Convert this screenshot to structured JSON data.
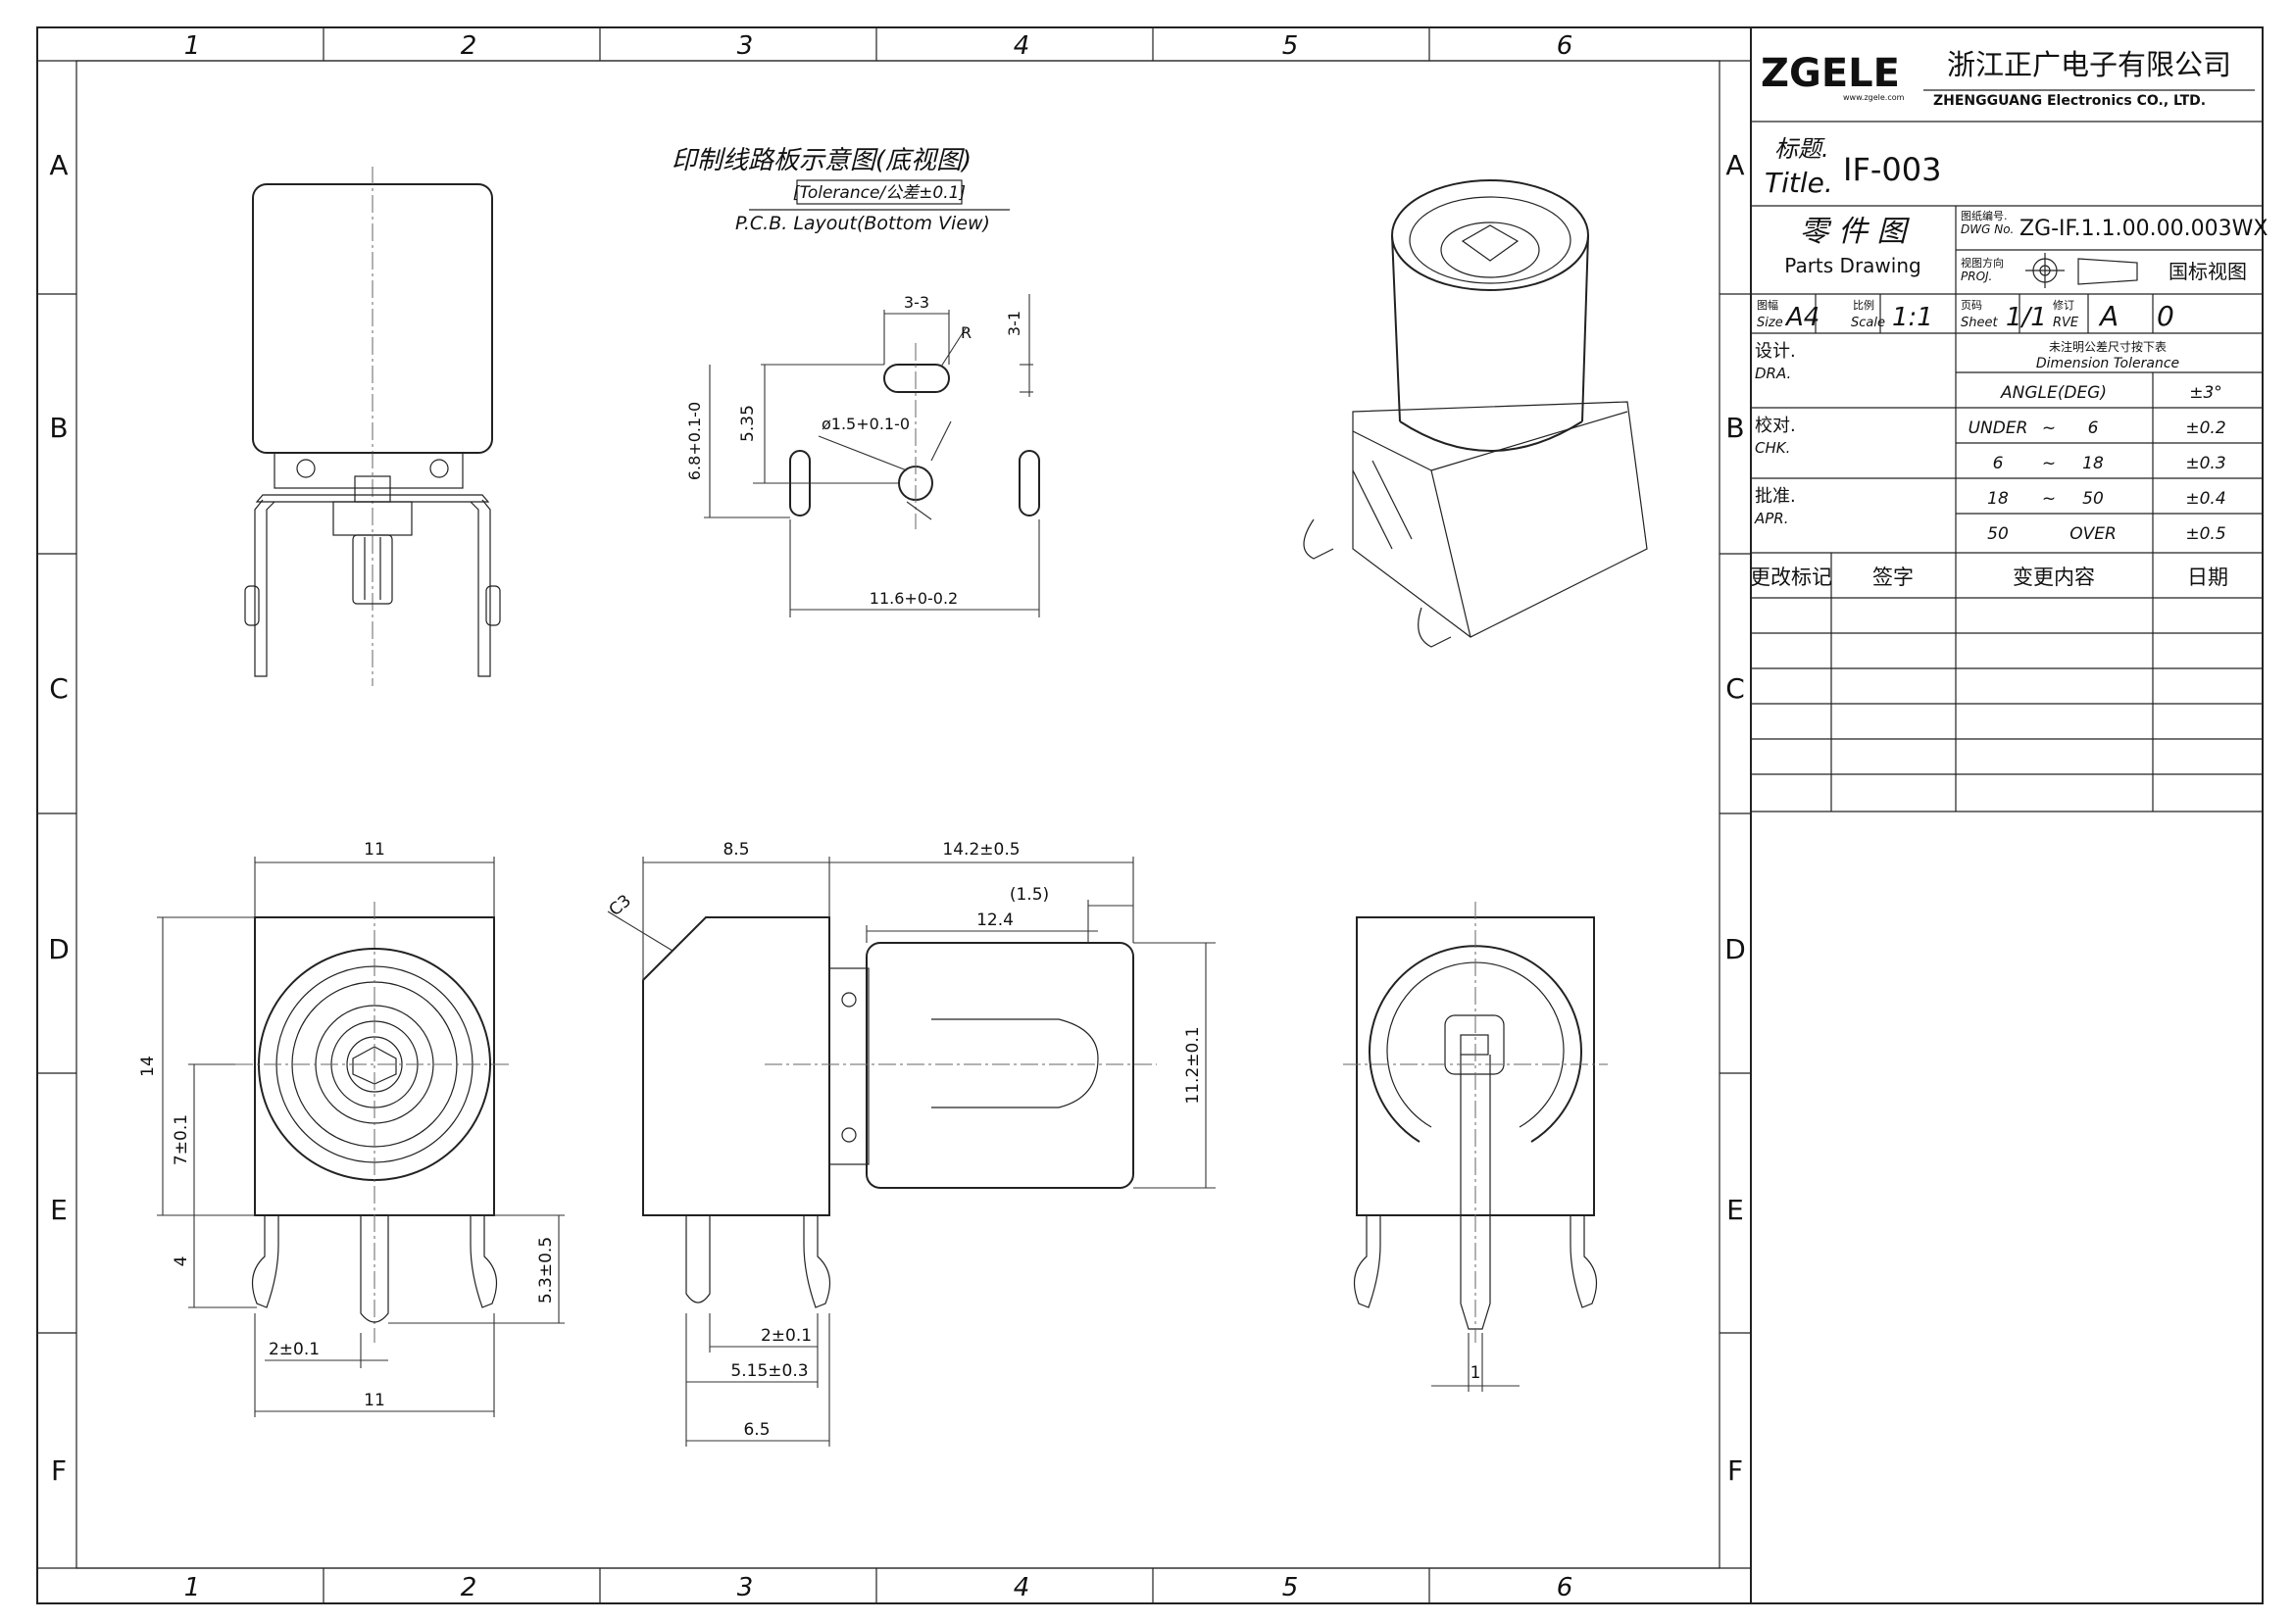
{
  "frame": {
    "columns": [
      "1",
      "2",
      "3",
      "4",
      "5",
      "6"
    ],
    "rows": [
      "A",
      "B",
      "C",
      "D",
      "E",
      "F"
    ]
  },
  "title_block": {
    "logo": "ZGELE",
    "logo_sub": "www.zgele.com",
    "company_cn": "浙江正广电子有限公司",
    "company_en": "ZHENGGUANG Electronics CO., LTD.",
    "title_label_cn": "标题.",
    "title_label_en": "Title.",
    "title_value": "IF-003",
    "parts_cn": "零 件 图",
    "parts_en": "Parts Drawing",
    "dwg_label_cn": "图纸编号.",
    "dwg_label_en": "DWG No.",
    "dwg_value": "ZG-IF.1.1.00.00.003WX",
    "proj_label_cn": "视图方向",
    "proj_label_en": "PROJ.",
    "proj_value": "国标视图",
    "size_label_cn": "图幅",
    "size_label_en": "Size",
    "size_value": "A4",
    "scale_label_cn": "比例",
    "scale_label_en": "Scale",
    "scale_value": "1:1",
    "sheet_label_cn": "页码",
    "sheet_label_en": "Sheet",
    "sheet_value": "1/1",
    "rve_label_cn": "修订",
    "rve_label_en": "RVE",
    "rve_value": "A",
    "rve_number": "0",
    "design_cn": "设计.",
    "design_en": "DRA.",
    "check_cn": "校对.",
    "check_en": "CHK.",
    "approve_cn": "批准.",
    "approve_en": "APR.",
    "tol_header_cn": "未注明公差尺寸按下表",
    "tol_header_en": "Dimension Tolerance",
    "tolerances": [
      {
        "range": "ANGLE(DEG)",
        "a": "",
        "sep": "",
        "b": "",
        "tol": "±3°"
      },
      {
        "range": "",
        "a": "UNDER",
        "sep": "~",
        "b": "6",
        "tol": "±0.2"
      },
      {
        "range": "",
        "a": "6",
        "sep": "~",
        "b": "18",
        "tol": "±0.3"
      },
      {
        "range": "",
        "a": "18",
        "sep": "~",
        "b": "50",
        "tol": "±0.4"
      },
      {
        "range": "",
        "a": "50",
        "sep": "",
        "b": "OVER",
        "tol": "±0.5"
      }
    ],
    "revision_headers": [
      "更改标记",
      "签字",
      "变更内容",
      "日期"
    ]
  },
  "pcb": {
    "title_cn": "印制线路板示意图(底视图)",
    "tolerance": "[Tolerance/公差±0.1]",
    "title_en": "P.C.B. Layout(Bottom View)",
    "dims": {
      "slot_width": "3-3",
      "slot_height": "3-1",
      "radius": "R",
      "vertical_1": "5.35",
      "vertical_2": "6.8+0.1-0",
      "hole": "ø1.5+0.1-0",
      "horizontal": "11.6+0-0.2"
    }
  },
  "front_view_dims": {
    "top_width": "11",
    "height": "14",
    "center_height": "7±0.1",
    "leg": "4",
    "pin_offset": "2±0.1",
    "bottom_width": "11",
    "pin_length": "5.3±0.5"
  },
  "side_view_dims": {
    "body": "8.5",
    "length": "14.2±0.5",
    "offset": "(1.5)",
    "barrel": "12.4",
    "chamfer": "C3",
    "diameter": "11.2±0.1",
    "pin_pos": "2±0.1",
    "pin_span": "5.15±0.3",
    "base": "6.5"
  },
  "rear_view_dims": {
    "pin_width": "1"
  }
}
